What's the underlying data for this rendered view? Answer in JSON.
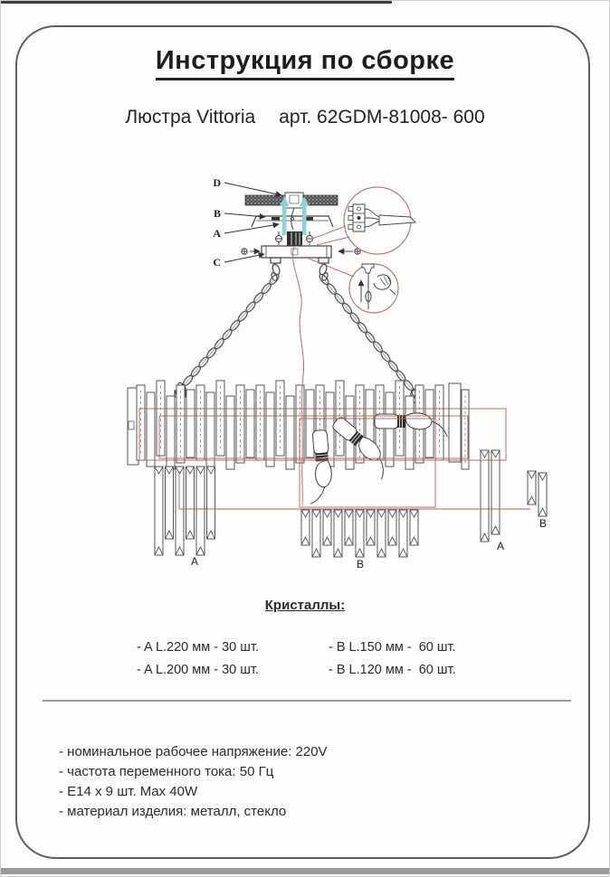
{
  "document": {
    "title": "Инструкция по сборке",
    "subtitle": {
      "product": "Люстра Vittoria",
      "article": "арт. 62GDM-81008- 600"
    }
  },
  "diagram": {
    "callout_d": "D",
    "callout_b": "B",
    "callout_a": "A",
    "callout_c": "C",
    "row_a_label": "A",
    "row_b_label": "B",
    "detail_a_label": "A",
    "detail_b_label": "B",
    "colors": {
      "annotation_red": "#b2625a",
      "arrow_cyan": "#8fd2d6",
      "line_gray": "#4a4a4a"
    }
  },
  "crystals": {
    "heading": "Кристаллы:",
    "left_items": [
      "- A L.220 мм - 30 шт.",
      "- A L.200 мм - 30 шт."
    ],
    "right_items": [
      "- B L.150 мм -  60 шт.",
      "- B L.120 мм -  60 шт."
    ]
  },
  "specs": {
    "items": [
      "- номинальное рабочее напряжение: 220V",
      "- частота переменного тока: 50 Гц",
      "- Е14 х 9 шт. Max 40W",
      "- материал изделия: металл, стекло"
    ]
  }
}
